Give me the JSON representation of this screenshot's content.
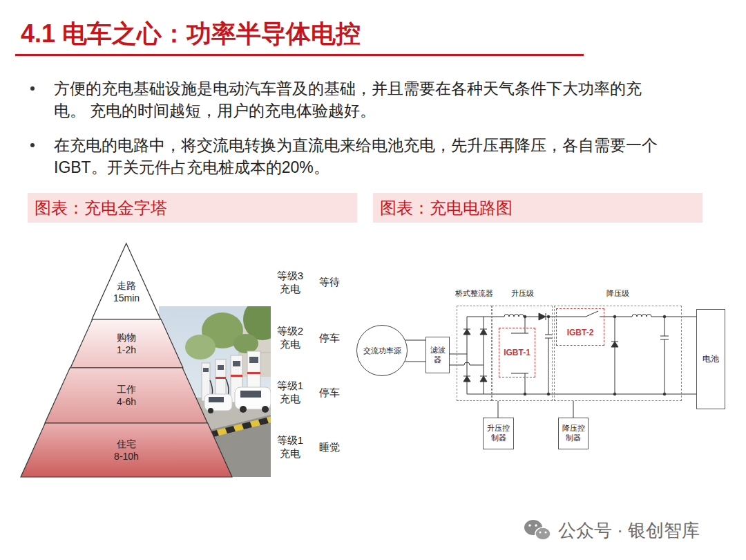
{
  "diagram": {
    "title": "4.1 电车之心：功率半导体电控",
    "nodes": [
      {
        "text": [
          "图表：充电金字塔"
        ]
      },
      {
        "text": [
          "图表：充电电路图"
        ]
      },
      {
        "text": [
          "走路",
          "15min"
        ]
      },
      {
        "text": [
          "购物",
          "1-2h"
        ]
      },
      {
        "text": [
          "工作",
          "4-6h"
        ]
      },
      {
        "text": [
          "住宅",
          "8-10h"
        ]
      },
      {
        "text": [
          "交流功率源"
        ]
      },
      {
        "text": [
          "滤波器"
        ]
      },
      {
        "text": [
          "桥式整流器"
        ]
      },
      {
        "text": [
          "升压级"
        ]
      },
      {
        "text": [
          "IGBT-1"
        ],
        "in": 9
      },
      {
        "text": [
          "降压级"
        ]
      },
      {
        "text": [
          "IGBT-2"
        ],
        "in": 11
      },
      {
        "text": [
          "电池"
        ]
      },
      {
        "text": [
          "升压控制器"
        ]
      },
      {
        "text": [
          "降压控制器"
        ]
      }
    ],
    "edges": [
      {
        "from": 6,
        "to": 7,
        "arrow": "none"
      },
      {
        "from": 7,
        "to": 8,
        "arrow": "none"
      },
      {
        "from": 14,
        "to": 9,
        "arrow": "none"
      },
      {
        "from": 15,
        "to": 11,
        "arrow": "none"
      },
      {
        "from": 11,
        "to": 13,
        "arrow": "none"
      }
    ],
    "labels": [
      "方便的充电基础设施是电动汽车普及的基础，并且需要在各种天气条件下大功率的充电。 充电的时间越短，用户的充电体验越好。",
      "在充电的电路中，将交流电转换为直流电来给电池充电，先升压再降压，各自需要一个 IGBT。开关元件占充电桩成本的20%。",
      "等级3 充电",
      "等待",
      "等级2 充电",
      "停车",
      "等级1 充电",
      "停车",
      "等级1 充电",
      "睡觉",
      "公众号 · 银创智库"
    ]
  }
}
